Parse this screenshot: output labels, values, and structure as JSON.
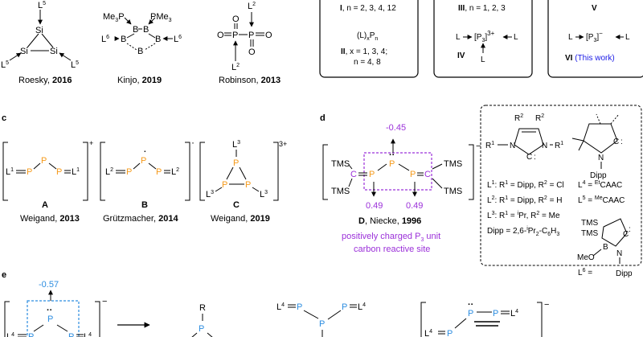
{
  "colors": {
    "orange": "#f59a1b",
    "purple": "#9b30d9",
    "blue": "#2c8de0",
    "link_blue": "#1a1ae6",
    "black": "#000000"
  },
  "panel_b": {
    "roesky": {
      "author": "Roesky,",
      "year": "2016",
      "ligand": "L",
      "sup": "5",
      "atom": "Si"
    },
    "kinjo": {
      "author": "Kinjo,",
      "year": "2019",
      "atom": "B",
      "me3p": "Me",
      "me3p_sub": "3",
      "me3p_p": "P",
      "pme3": "PMe",
      "pme3_sub": "3",
      "ligand": "L",
      "sup": "6"
    },
    "robinson": {
      "author": "Robinson,",
      "year": "2013",
      "ligand": "L",
      "sup": "2",
      "atom": "P",
      "oxygen": "O"
    }
  },
  "summary_boxes": {
    "box1": {
      "roman": "I",
      "text1": ", n = 2, 3, 4, 12",
      "formula_L": "(L)",
      "formula_x": "x",
      "formula_P": "P",
      "formula_n": "n",
      "roman2": "II",
      "text2": ", x = 1, 3, 4;",
      "text3": "n = 4, 8"
    },
    "box2": {
      "roman": "III",
      "text1": ", n = 1, 2, 3",
      "L": "L",
      "core": "[P",
      "core_sub": "3",
      "core_close": "]",
      "charge": "3+",
      "roman2": "IV"
    },
    "box3": {
      "roman": "V",
      "L": "L",
      "core": "[P",
      "core_sub": "3",
      "core_close": "]",
      "charge": "−",
      "roman2": "VI",
      "work": "(This work)"
    }
  },
  "panel_c": {
    "label": "c",
    "A": {
      "letter": "A",
      "author": "Weigand,",
      "year": "2013",
      "charge": "+",
      "L": "L",
      "sup": "1",
      "atom": "P"
    },
    "B": {
      "letter": "B",
      "author": "Grützmacher,",
      "year": "2014",
      "charge": "·",
      "L": "L",
      "sup": "2",
      "atom": "P",
      "radical": "·"
    },
    "C": {
      "letter": "C",
      "author": "Weigand,",
      "year": "2019",
      "charge": "3+",
      "L": "L",
      "sup": "3",
      "atom": "P"
    }
  },
  "panel_d": {
    "label": "d",
    "charge_top": "-0.45",
    "charge_left": "0.49",
    "charge_right": "0.49",
    "tms": "TMS",
    "atom_C": "C",
    "atom_P": "P",
    "lone_pair": "··",
    "charge": "−",
    "compound": "D",
    "author": ", Niecke,",
    "year": "1996",
    "note1": "positively charged P",
    "note1_sub": "3",
    "note1_end": " unit",
    "note2": "carbon reactive site"
  },
  "ligand_box": {
    "L1": "L",
    "L1_sup": "1",
    "L1_text": ": R",
    "L1_r1": "1",
    "L1_text2": " = Dipp, R",
    "L1_r2": "2",
    "L1_text3": " = Cl",
    "L2": "L",
    "L2_sup": "2",
    "L2_text": ": R",
    "L2_r1": "1",
    "L2_text2": " = Dipp, R",
    "L2_r2": "2",
    "L2_text3": " = H",
    "L3": "L",
    "L3_sup": "3",
    "L3_text": ": R",
    "L3_r1": "1",
    "L3_text2": " = ",
    "L3_i": "i",
    "L3_text3": "Pr, R",
    "L3_r2": "2",
    "L3_text4": " = Me",
    "dipp_def": "Dipp = 2,6-",
    "dipp_i": "i",
    "dipp_def2": "Pr",
    "dipp_sub1": "2",
    "dipp_def3": "-C",
    "dipp_sub2": "6",
    "dipp_def4": "H",
    "dipp_sub3": "3",
    "L4": "L",
    "L4_sup": "4",
    "L4_text": " = ",
    "L4_et": "Et",
    "L4_caac": "CAAC",
    "L5": "L",
    "L5_sup": "5",
    "L5_text": " = ",
    "L5_me": "Me",
    "L5_caac": "CAAC",
    "L6": "L",
    "L6_sup": "6",
    "L6_text": " =",
    "R1": "R",
    "R1_sup": "1",
    "R2": "R",
    "R2_sup": "2",
    "N": "N",
    "C_carbene": "C",
    "carbene_dots": ":",
    "dipp": "Dipp",
    "tms": "TMS",
    "meo": "MeO",
    "B": "B"
  },
  "panel_e": {
    "label": "e",
    "charge_top": "-0.57",
    "lone_pair": "··",
    "atom_P": "P",
    "L": "L",
    "sup": "4",
    "charge": "−",
    "R": "R"
  }
}
